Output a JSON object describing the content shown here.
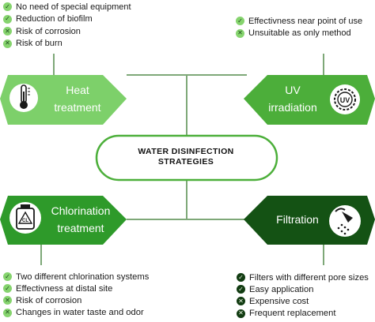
{
  "center": {
    "line1": "WATER DISINFECTION",
    "line2": "STRATEGIES"
  },
  "heat": {
    "line1": "Heat",
    "line2": "treatment",
    "icon": "thermometer-icon",
    "color": "#7dd06a",
    "items": [
      {
        "mark": "check",
        "text": "No need of special equipment"
      },
      {
        "mark": "check",
        "text": "Reduction of biofilm"
      },
      {
        "mark": "cross",
        "text": "Risk of corrosion"
      },
      {
        "mark": "cross",
        "text": "Risk of burn"
      }
    ]
  },
  "uv": {
    "line1": "UV",
    "line2": "irradiation",
    "icon": "uv-lamp-icon",
    "icon_text": "UV",
    "color": "#4cae3a",
    "items": [
      {
        "mark": "check",
        "text": "Effectivness near point of use"
      },
      {
        "mark": "cross",
        "text": "Unsuitable as only method"
      }
    ]
  },
  "chlorination": {
    "line1": "Chlorination",
    "line2": "treatment",
    "icon": "chlorine-bottle-icon",
    "icon_text": "CL",
    "color": "#2e9a2a",
    "items": [
      {
        "mark": "check",
        "text": "Two different chlorination systems"
      },
      {
        "mark": "check",
        "text": "Effectivness at distal site"
      },
      {
        "mark": "cross",
        "text": "Risk of corrosion"
      },
      {
        "mark": "cross",
        "text": "Changes in water taste and odor"
      }
    ]
  },
  "filtration": {
    "line1": "Filtration",
    "icon": "shower-icon",
    "color": "#145214",
    "items": [
      {
        "mark": "check",
        "text": "Filters with different pore sizes"
      },
      {
        "mark": "check",
        "text": "Easy application"
      },
      {
        "mark": "cross",
        "text": "Expensive cost"
      },
      {
        "mark": "cross",
        "text": "Frequent replacement"
      }
    ]
  },
  "colors": {
    "connector": "#7ea878",
    "center_border": "#4caf3a",
    "check_light": "#86d46e",
    "check_dark": "#123c12"
  }
}
